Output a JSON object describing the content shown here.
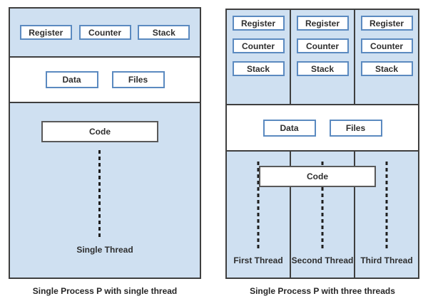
{
  "colors": {
    "section-fill": "#cfe0f1",
    "box-border": "#5b8ac0",
    "outer-border": "#3f3f3f",
    "code-border": "#595959",
    "text": "#2e2e2e"
  },
  "left": {
    "caption": "Single Process P with single thread",
    "top_boxes": [
      "Register",
      "Counter",
      "Stack"
    ],
    "middle_boxes": [
      "Data",
      "Files"
    ],
    "code_label": "Code",
    "thread_label": "Single Thread"
  },
  "right": {
    "caption": "Single Process P with three threads",
    "columns": [
      {
        "boxes": [
          "Register",
          "Counter",
          "Stack"
        ],
        "thread_label": "First Thread"
      },
      {
        "boxes": [
          "Register",
          "Counter",
          "Stack"
        ],
        "thread_label": "Second Thread"
      },
      {
        "boxes": [
          "Register",
          "Counter",
          "Stack"
        ],
        "thread_label": "Third Thread"
      }
    ],
    "middle_boxes": [
      "Data",
      "Files"
    ],
    "code_label": "Code"
  }
}
